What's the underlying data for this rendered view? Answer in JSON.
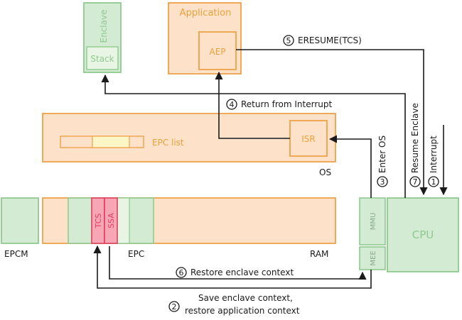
{
  "enclave": {
    "title": "Enclave",
    "stack": "Stack"
  },
  "application": {
    "title": "Application",
    "aep": "AEP"
  },
  "os": {
    "epc_list": "EPC list",
    "isr": "ISR",
    "label": "OS"
  },
  "ram": {
    "label": "RAM",
    "epc": "EPC",
    "epcm": "EPCM",
    "tcs": "TCS",
    "ssa": "SSA"
  },
  "cpu": {
    "label": "CPU",
    "mmu": "MMU",
    "mee": "MEE"
  },
  "steps": {
    "s1": {
      "num": "1",
      "text": "Interrupt"
    },
    "s2": {
      "num": "2",
      "line1": "Save enclave context,",
      "line2": "restore application context"
    },
    "s3": {
      "num": "3",
      "text": "Enter OS"
    },
    "s4": {
      "num": "4",
      "text": "Return from Interrupt"
    },
    "s5": {
      "num": "5",
      "text": "ERESUME(TCS)"
    },
    "s6": {
      "num": "6",
      "text": "Restore enclave context"
    },
    "s7": {
      "num": "7",
      "text": "Resume Enclave"
    }
  },
  "colors": {
    "orange_fill": "#fde2c9",
    "orange_stroke": "#eca24a",
    "green_fill": "#d3ebd3",
    "green_stroke": "#8fc98f",
    "red_fill": "#f7a6b5",
    "red_stroke": "#e04060",
    "yellow_fill": "#fff6c8"
  }
}
